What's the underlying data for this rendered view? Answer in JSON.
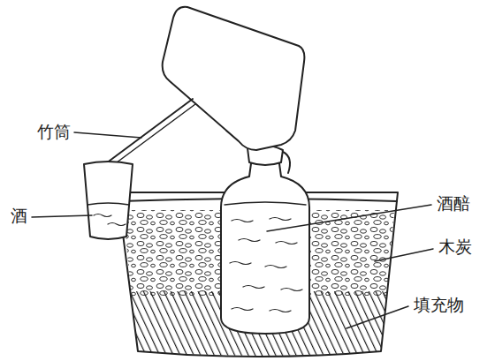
{
  "diagram": {
    "labels": [
      "竹筒",
      "酒",
      "酒醅",
      "木炭",
      "填充物"
    ]
  }
}
